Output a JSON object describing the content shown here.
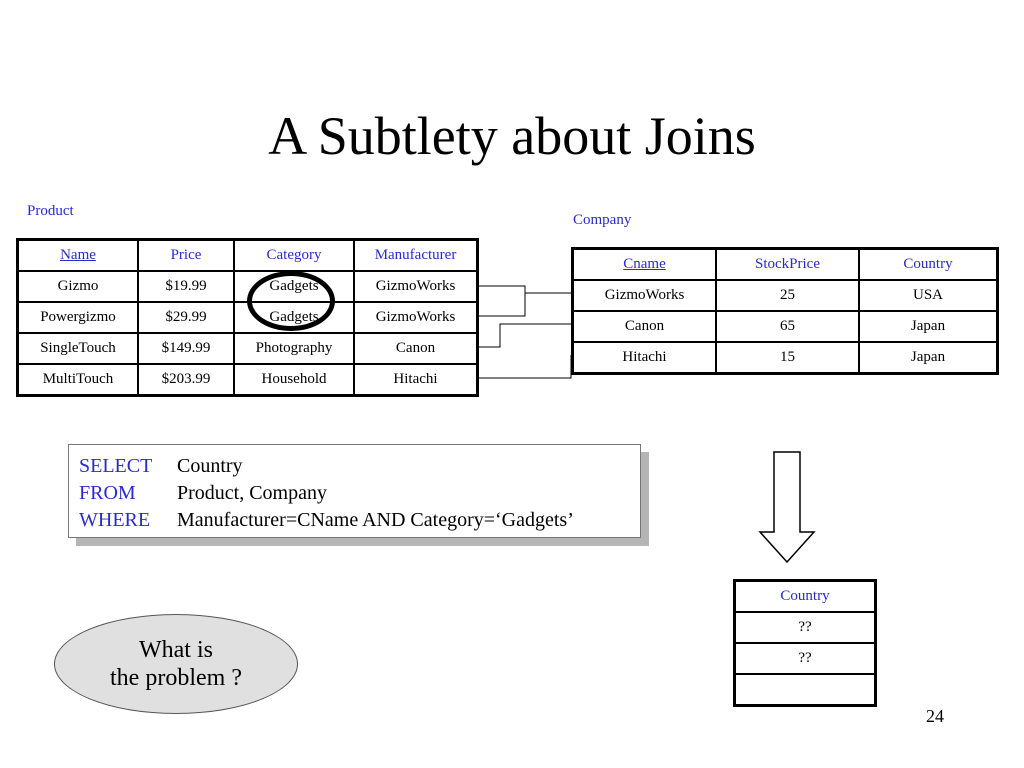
{
  "slide": {
    "title": "A Subtlety about Joins",
    "page_number": "24"
  },
  "product": {
    "caption": "Product",
    "headers": [
      "Name",
      "Price",
      "Category",
      "Manufacturer"
    ],
    "rows": [
      [
        "Gizmo",
        "$19.99",
        "Gadgets",
        "GizmoWorks"
      ],
      [
        "Powergizmo",
        "$29.99",
        "Gadgets",
        "GizmoWorks"
      ],
      [
        "SingleTouch",
        "$149.99",
        "Photography",
        "Canon"
      ],
      [
        "MultiTouch",
        "$203.99",
        "Household",
        "Hitachi"
      ]
    ]
  },
  "company": {
    "caption": "Company",
    "headers": [
      "Cname",
      "StockPrice",
      "Country"
    ],
    "rows": [
      [
        "GizmoWorks",
        "25",
        "USA"
      ],
      [
        "Canon",
        "65",
        "Japan"
      ],
      [
        "Hitachi",
        "15",
        "Japan"
      ]
    ]
  },
  "query": {
    "select_kw": "SELECT",
    "select_val": "Country",
    "from_kw": "FROM",
    "from_val": "Product, Company",
    "where_kw": "WHERE",
    "where_val": "Manufacturer=CName AND Category=‘Gadgets’"
  },
  "result": {
    "headers": [
      "Country"
    ],
    "rows": [
      [
        "??"
      ],
      [
        "??"
      ],
      [
        ""
      ]
    ]
  },
  "callout": {
    "line1": "What is",
    "line2": "the problem ?"
  },
  "colors": {
    "header_text": "#2a2acc",
    "callout_fill": "#e0e0e0"
  }
}
